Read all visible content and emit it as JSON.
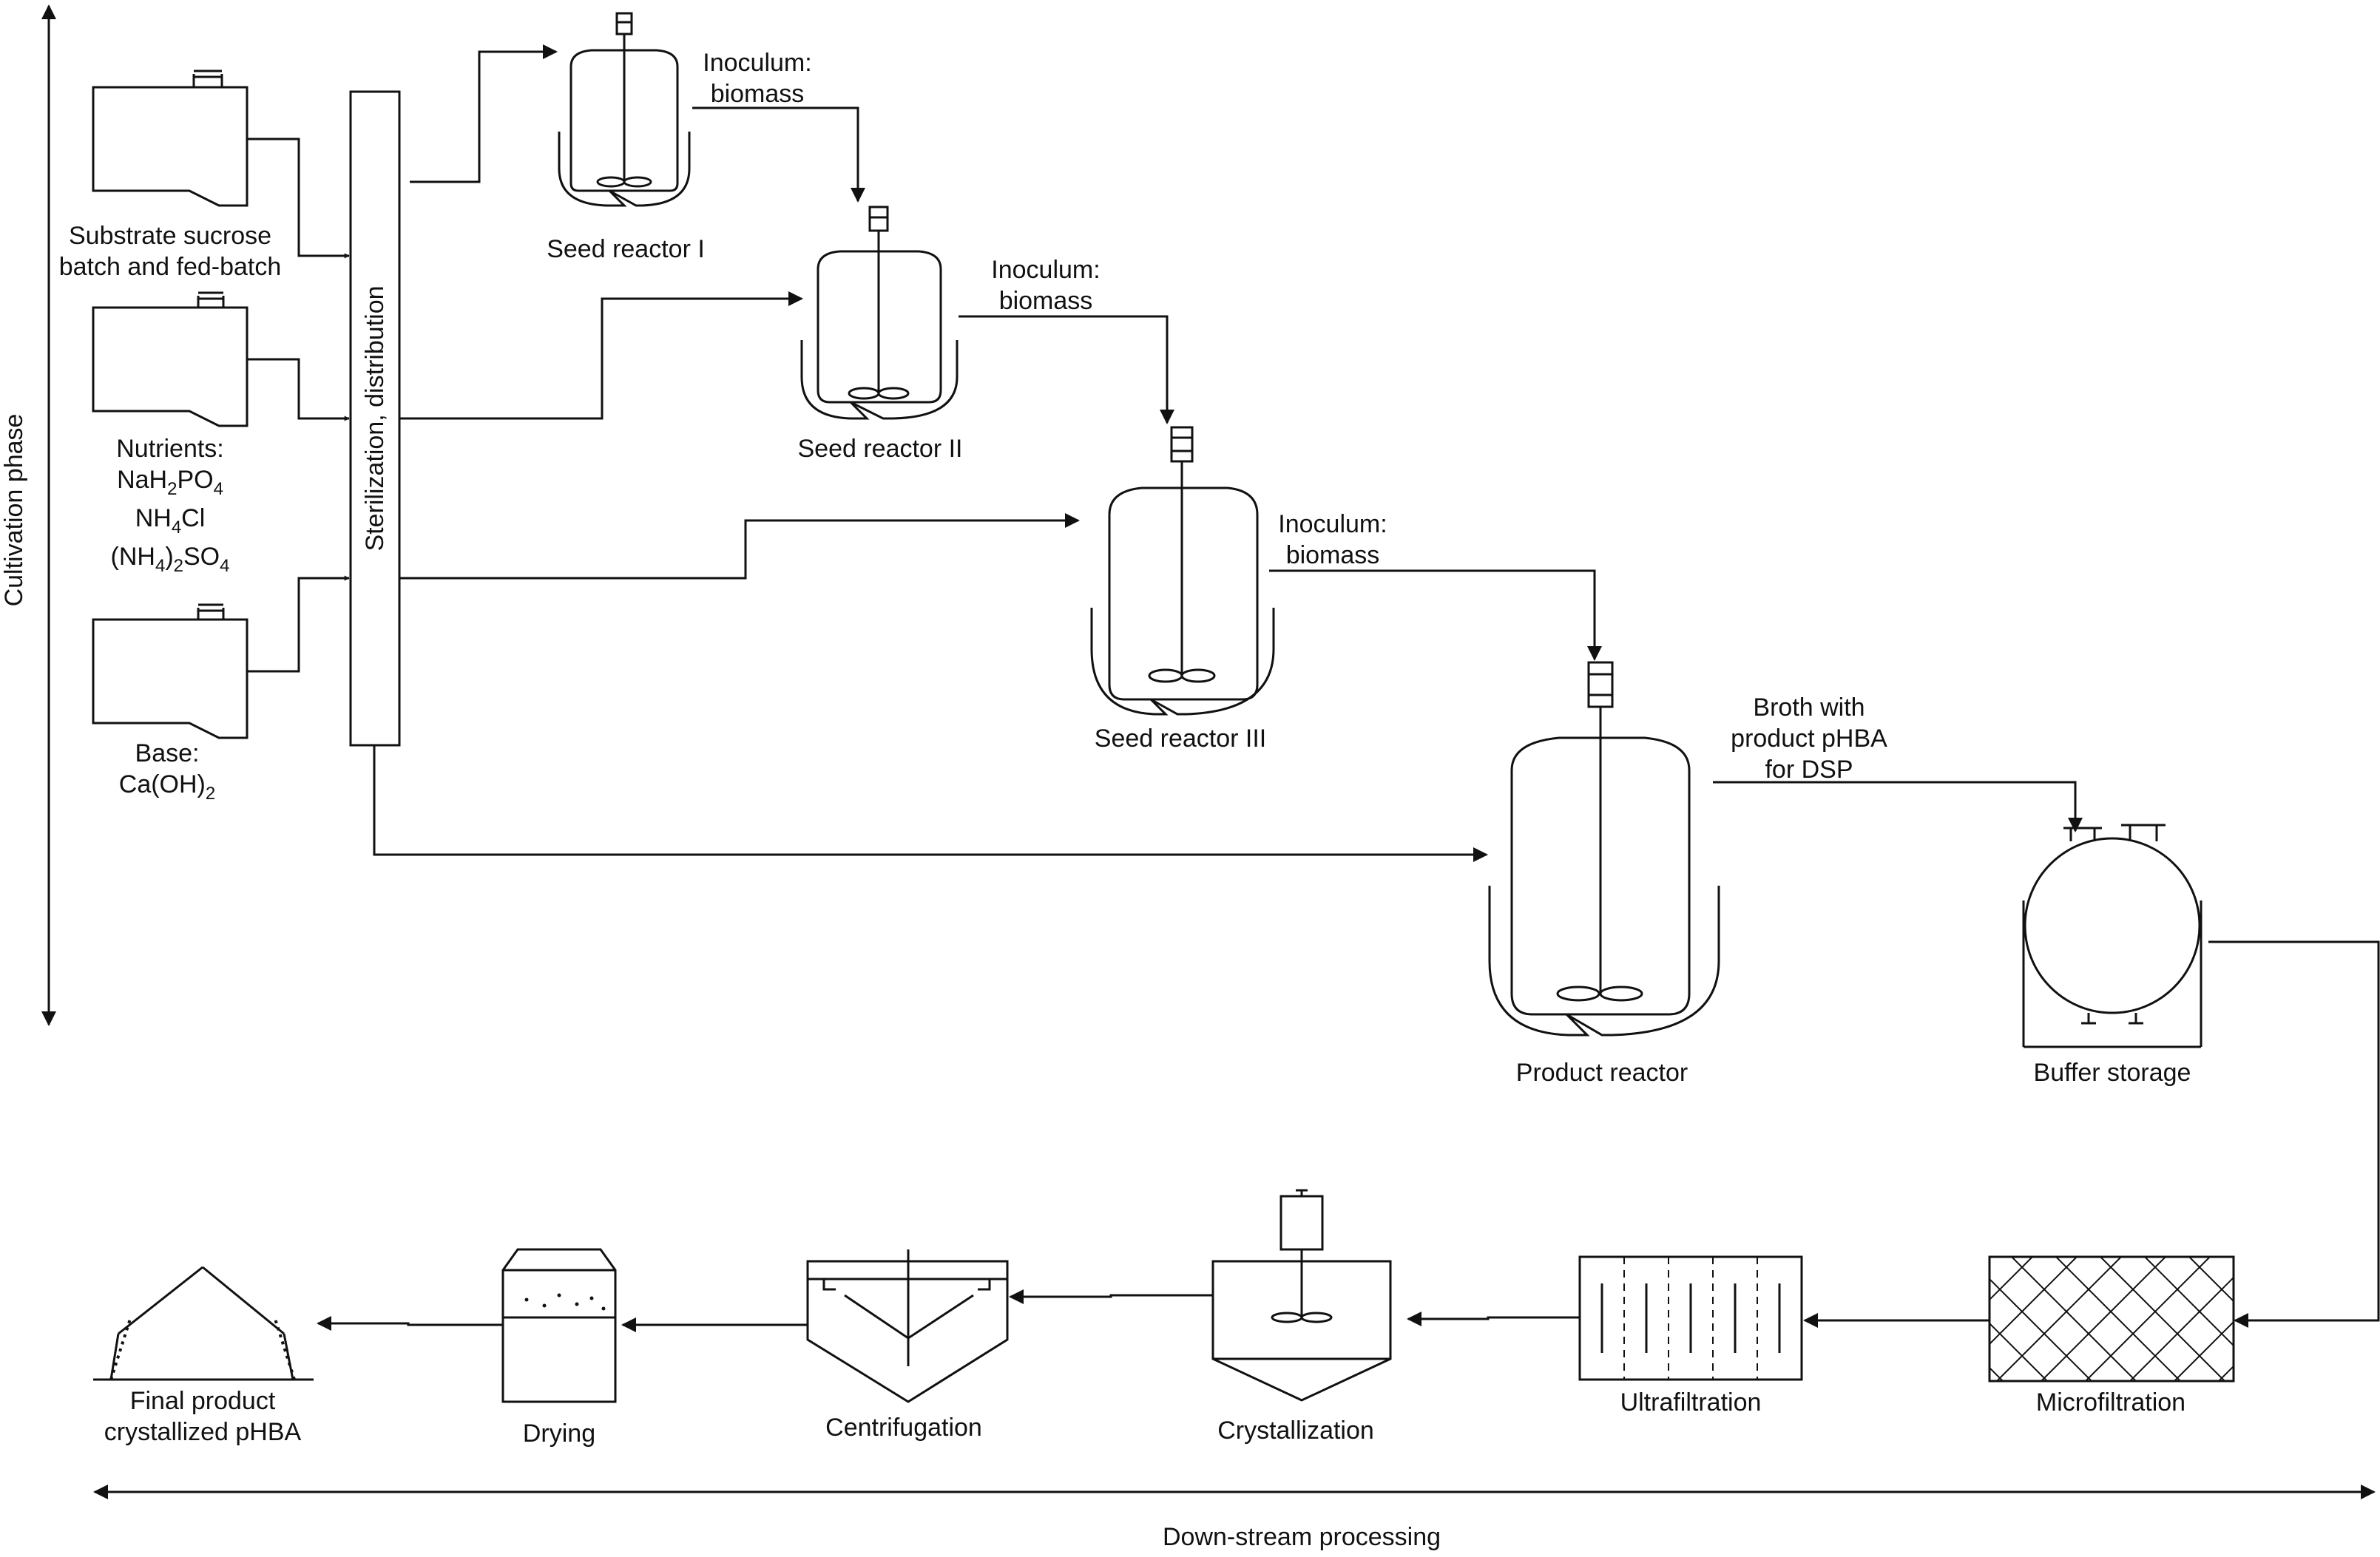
{
  "labels": {
    "substrate_1": "Substrate sucrose",
    "substrate_2": "batch and fed-batch",
    "nutrients": "Nutrients:",
    "nah2po4": "NaH",
    "nah2po4_sub1": "2",
    "nah2po4_mid": "PO",
    "nah2po4_sub2": "4",
    "nh4cl": "NH",
    "nh4cl_sub": "4",
    "nh4cl_end": "Cl",
    "nh42so4_a": "(NH",
    "nh42so4_sub1": "4",
    "nh42so4_b": ")",
    "nh42so4_sub2": "2",
    "nh42so4_c": "SO",
    "nh42so4_sub3": "4",
    "base": "Base:",
    "caoh2_a": "Ca(OH)",
    "caoh2_sub": "2",
    "sterilization": "Sterilization, distribution",
    "seed1": "Seed reactor I",
    "seed2": "Seed reactor II",
    "seed3": "Seed reactor III",
    "inoc1_1": "Inoculum:",
    "inoc1_2": "biomass",
    "inoc2_1": "Inoculum:",
    "inoc2_2": "biomass",
    "inoc3_1": "Inoculum:",
    "inoc3_2": "biomass",
    "product_reactor": "Product reactor",
    "broth_1": "Broth with",
    "broth_2": "product pHBA",
    "broth_3": "for DSP",
    "buffer": "Buffer storage",
    "microfiltration": "Microfiltration",
    "ultrafiltration": "Ultrafiltration",
    "crystallization": "Crystallization",
    "centrifugation": "Centrifugation",
    "drying": "Drying",
    "final_1": "Final product",
    "final_2": "crystallized pHBA",
    "cultivation_phase": "Cultivation phase",
    "downstream": "Down-stream processing"
  }
}
